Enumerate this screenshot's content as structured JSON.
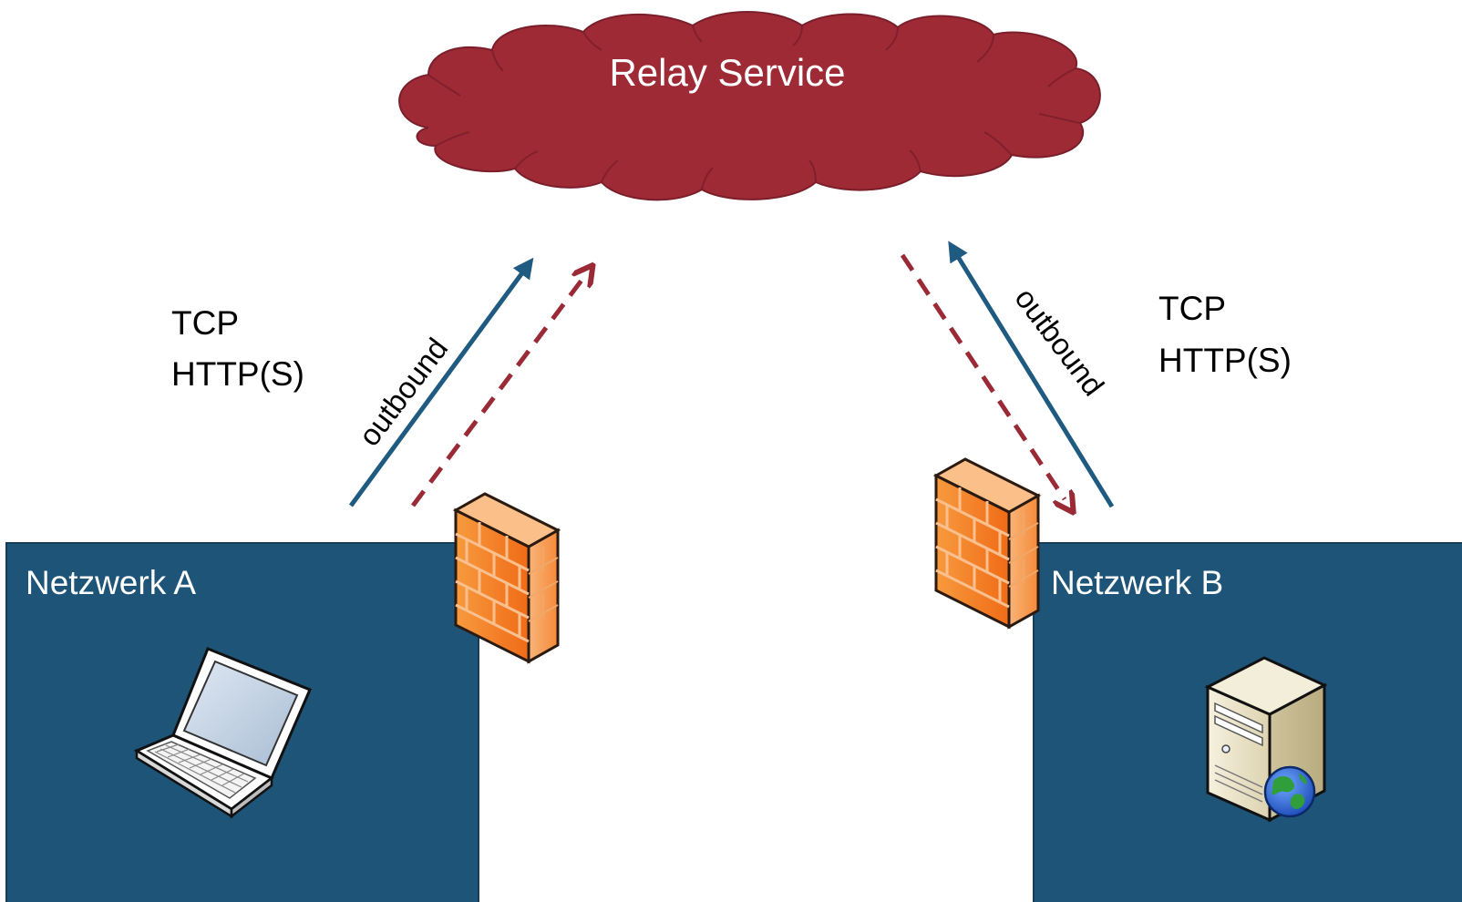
{
  "cloud": {
    "label": "Relay Service",
    "fill": "#9e2a36",
    "stroke": "#7a1f2a"
  },
  "network_a": {
    "label": "Netzwerk A",
    "fill": "#1e5478",
    "device": "laptop-icon"
  },
  "network_b": {
    "label": "Netzwerk B",
    "fill": "#1e5478",
    "device": "server-icon"
  },
  "protocols_left": {
    "line1": "TCP",
    "line2": "HTTP(S)"
  },
  "protocols_right": {
    "line1": "TCP",
    "line2": "HTTP(S)"
  },
  "arrows": {
    "left_label": "outbound",
    "right_label": "outbound",
    "solid_color": "#1f5a80",
    "dashed_color": "#9a2a36"
  },
  "firewalls": {
    "icon": "firewall-icon",
    "color": "#f5862a"
  }
}
